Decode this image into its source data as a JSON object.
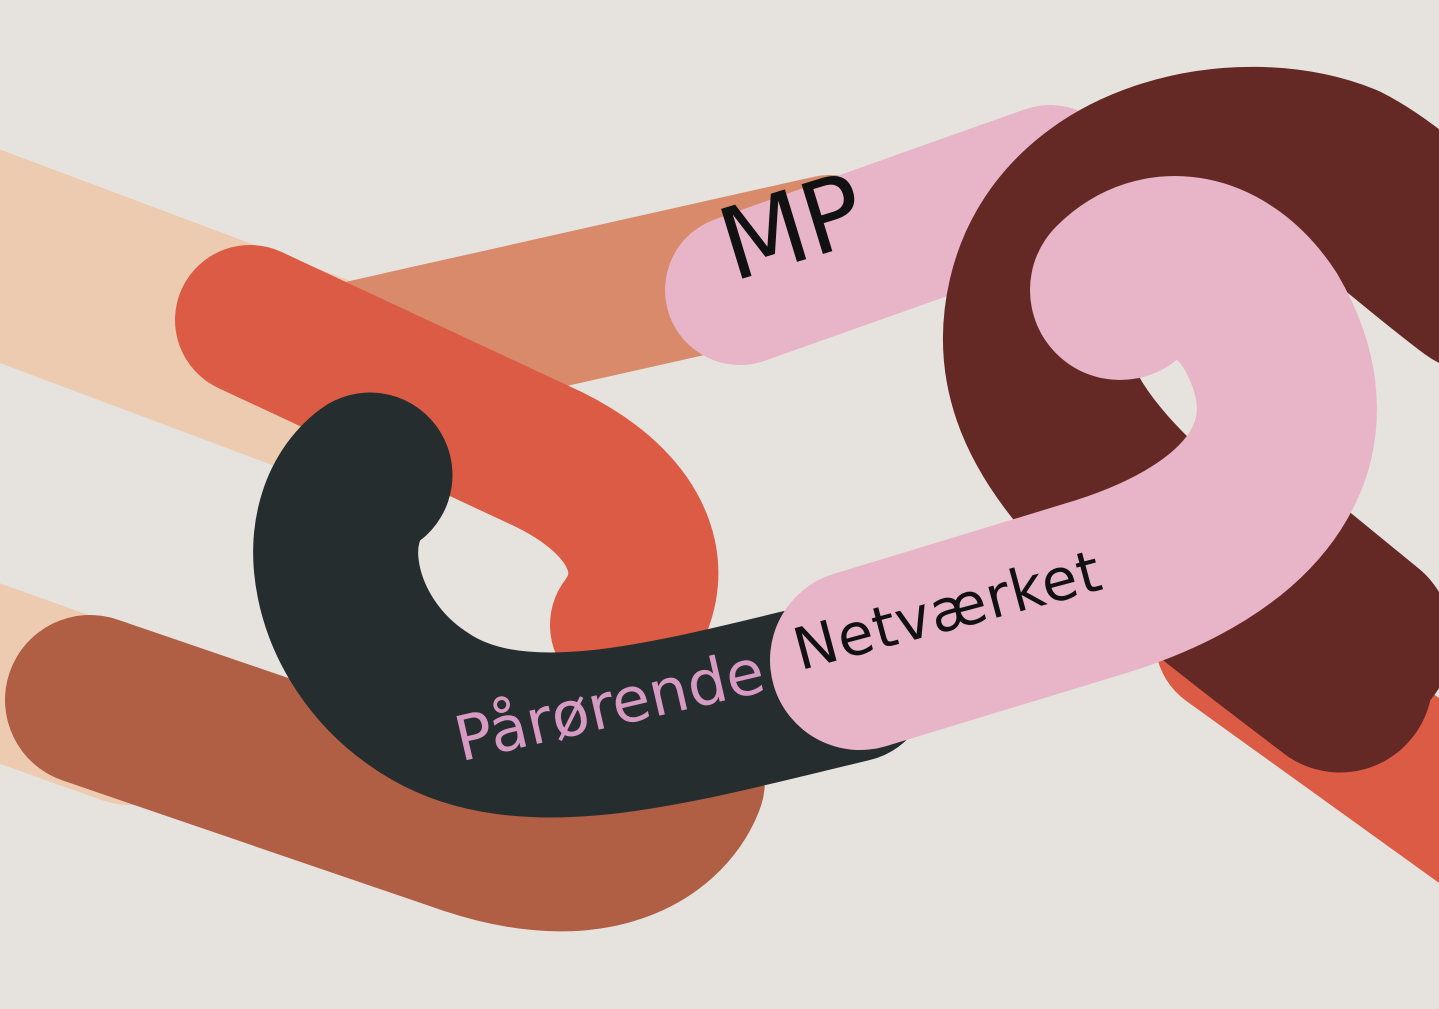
{
  "logo": {
    "initials": "MP",
    "word1": "Pårørende",
    "word2": "Netværket"
  },
  "colors": {
    "background": "#e6e2de",
    "peach": "#edcbb0",
    "terracotta": "#d98a6a",
    "rust": "#b05e44",
    "crimson": "#db5b44",
    "maroon": "#642825",
    "charcoal": "#262d2f",
    "pink": "#e8b4c8",
    "text_dark": "#111111",
    "text_pink": "#d79ac3"
  }
}
